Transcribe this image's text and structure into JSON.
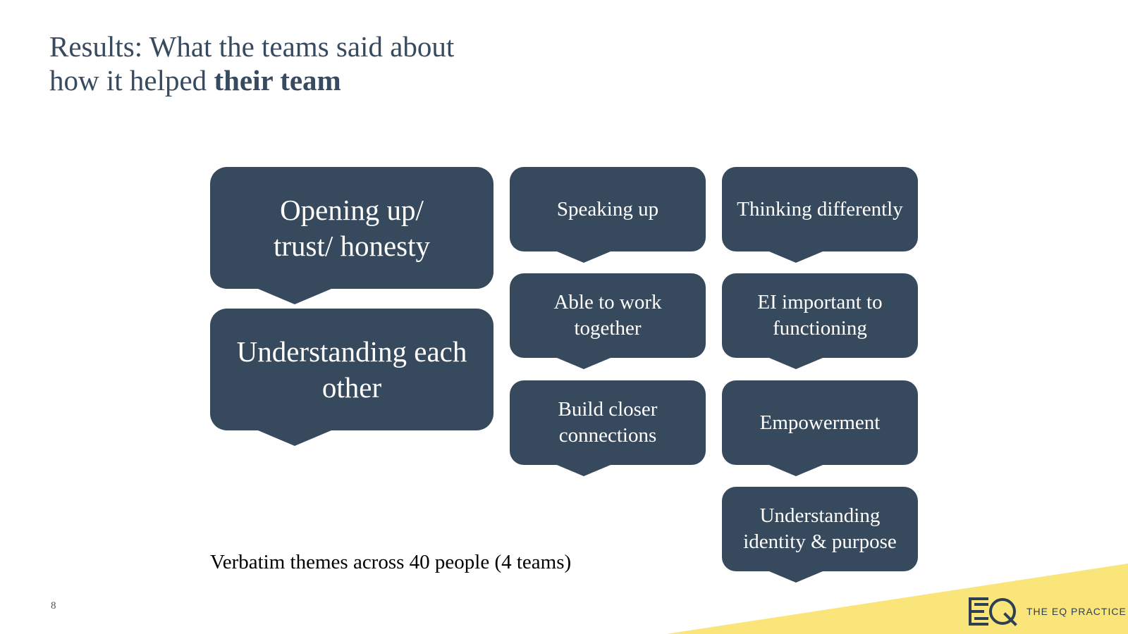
{
  "slide": {
    "title_line1": "Results: What the teams said about",
    "title_line2_prefix": "how it helped ",
    "title_line2_bold": "their team",
    "caption": "Verbatim themes across 40 people (4 teams)",
    "page_number": "8"
  },
  "themes": {
    "opening_up_line1": "Opening up/",
    "opening_up_line2": "trust/ honesty",
    "understanding_line1": "Understanding each",
    "understanding_line2": "other",
    "speaking_up": "Speaking up",
    "thinking_differently": "Thinking differently",
    "work_together_line1": "Able to work",
    "work_together_line2": "together",
    "ei_line1": "EI important to",
    "ei_line2": "functioning",
    "closer_line1": "Build closer",
    "closer_line2": "connections",
    "empowerment": "Empowerment",
    "identity_line1": "Understanding",
    "identity_line2": "identity & purpose"
  },
  "logo": {
    "text": "THE EQ PRACTICE",
    "mark": "EQ"
  },
  "colors": {
    "bubble": "#37495d",
    "title": "#374a5f",
    "accent_yellow": "#f9e57a"
  }
}
